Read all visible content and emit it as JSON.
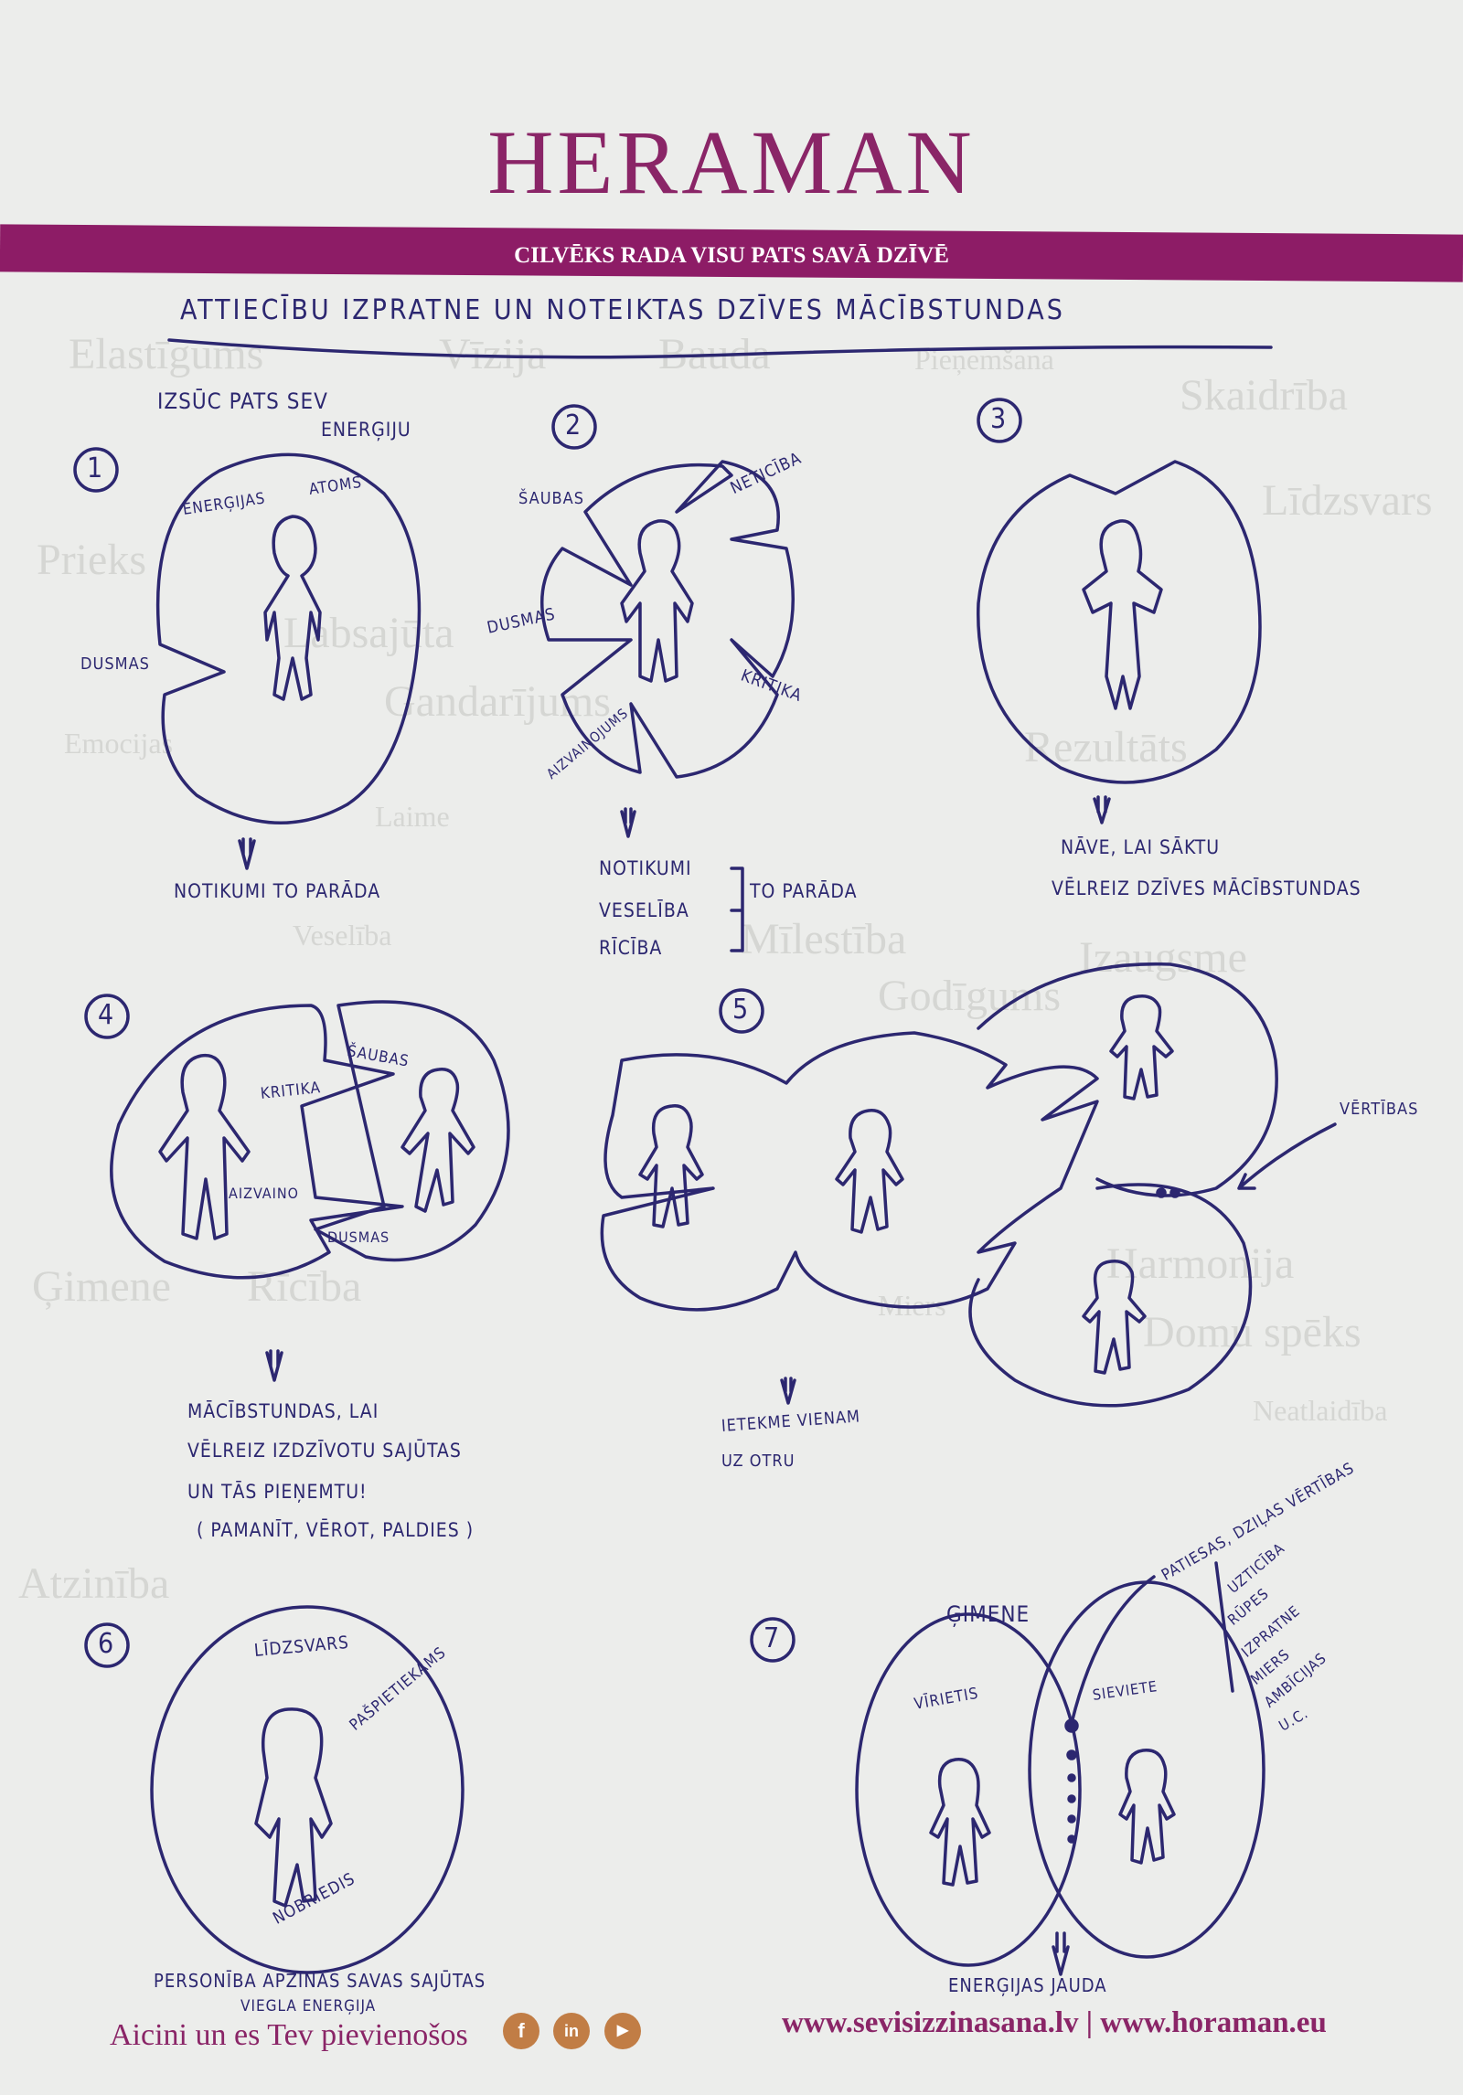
{
  "brand": {
    "logo": "HERAMAN",
    "slogan": "CILVĒKS RADA VISU PATS SAVĀ DZĪVĒ"
  },
  "title": "Attiecību izpratne un noteiktas dzīves mācībstundas",
  "watermark_words": [
    "Elastīgums",
    "Vīzija",
    "Bauda",
    "Pieņemšana",
    "Skaidrība",
    "Domu spēks",
    "Līdzsvars",
    "Harmonija",
    "Rezultāts",
    "Prieks",
    "Miers",
    "Labsajūta",
    "Gandarījums",
    "Emocijas",
    "Laime",
    "Veselība",
    "Mīlestība",
    "Godīgums",
    "Izaugsme",
    "Ģimene",
    "Rīcība",
    "Atzinība",
    "Neatlaidība"
  ],
  "scenes": [
    {
      "number": "1",
      "heading": [
        "Izsūc pats sev",
        "enerģiju"
      ],
      "labels": [
        "Enerģijas",
        "Atoms",
        "Dusmas"
      ],
      "result": "Notikumi to parāda"
    },
    {
      "number": "2",
      "labels": [
        "Šaubas",
        "Neticība",
        "Dusmas",
        "Kritika",
        "Aizvainojums"
      ],
      "result_items": [
        "Notikumi",
        "Veselība",
        "Rīcība"
      ],
      "result_suffix": "to parāda"
    },
    {
      "number": "3",
      "result": [
        "Nāve, lai sāktu",
        "vēlreiz dzīves mācībstundas"
      ]
    },
    {
      "number": "4",
      "labels": [
        "Šaubas",
        "Kritika",
        "Aizvaino",
        "Dusmas"
      ],
      "result": [
        "Mācībstundas, lai",
        "vēlreiz izdzīvotu sajūtas",
        "un tās pieņemtu!",
        "( Pamanīt, vērot, paldies )"
      ]
    },
    {
      "number": "5",
      "labels": [
        "Vērtības"
      ],
      "result": [
        "Ietekme vienam",
        "uz otru"
      ]
    },
    {
      "number": "6",
      "labels": [
        "Līdzsvars",
        "Pašpietiekams",
        "Nobriedis"
      ],
      "result": [
        "Personība apzinās savas sajūtas",
        "viegla enerģija"
      ]
    },
    {
      "number": "7",
      "heading": "Ģimene",
      "labels": [
        "Vīrietis",
        "Sieviete"
      ],
      "values_title": "Patiesas, dziļas vērtības",
      "values": [
        "Uzticība",
        "Rūpes",
        "Izpratne",
        "Miers",
        "Ambīcijas",
        "u.c."
      ],
      "result": "Enerģijas jauda"
    }
  ],
  "footer": {
    "invite": "Aicini un es Tev pievienošos",
    "social": [
      {
        "icon": "facebook-icon",
        "glyph": "f"
      },
      {
        "icon": "linkedin-icon",
        "glyph": "in"
      },
      {
        "icon": "youtube-icon",
        "glyph": "▶"
      }
    ],
    "links": "www.sevisizzinasana.lv | www.horaman.eu"
  },
  "colors": {
    "brand": "#8a2567",
    "accent": "#c17d45",
    "ink": "#2c2770"
  }
}
